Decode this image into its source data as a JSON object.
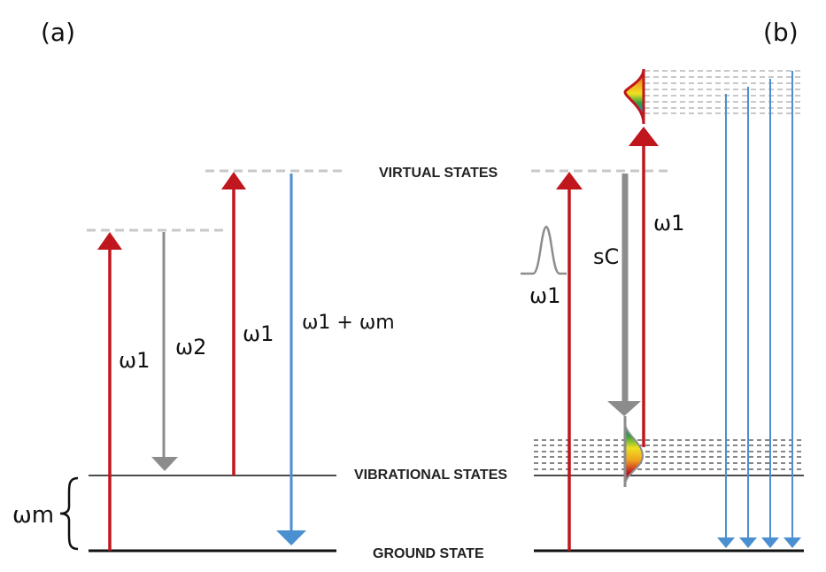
{
  "panels": {
    "a": "(a)",
    "b": "(b)"
  },
  "states": {
    "virtual": "VIRTUAL STATES",
    "vibrational": "VIBRATIONAL STATES",
    "ground": "GROUND STATE"
  },
  "labels": {
    "omega_m": "ωm",
    "a_pump": "ω1",
    "a_stokes": "ω2",
    "a_probe": "ω1",
    "a_anti_stokes": "ω1 + ωm",
    "b_pump": "ω1",
    "b_stokes": "sC",
    "b_probe": "ω1"
  },
  "colors": {
    "pump": "#c0161e",
    "stokes": "#8c8c8c",
    "anti_stokes": "#4a90d0",
    "ground_line": "#111111",
    "dash": "#c8c8c8"
  }
}
